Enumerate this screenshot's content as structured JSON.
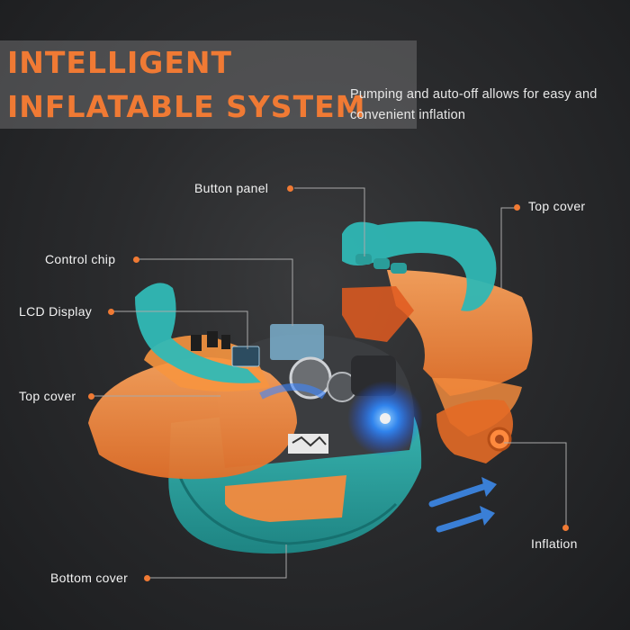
{
  "header": {
    "title_line1": "INTELLIGENT",
    "title_line2": "INFLATABLE SYSTEM",
    "subtitle": "Pumping and auto-off allows for easy and convenient inflation"
  },
  "callouts": {
    "button_panel": "Button panel",
    "top_cover_right": "Top cover",
    "control_chip": "Control chip",
    "lcd_display": "LCD Display",
    "top_cover_left": "Top cover",
    "inflation": "Inflation",
    "bottom_cover": "Bottom cover"
  },
  "colors": {
    "accent_orange": "#f07a34",
    "teal": "#2bb3b1",
    "shell_orange": "#f38a3e",
    "leader_line": "#a9a9a9",
    "text": "#f2f2f2"
  }
}
